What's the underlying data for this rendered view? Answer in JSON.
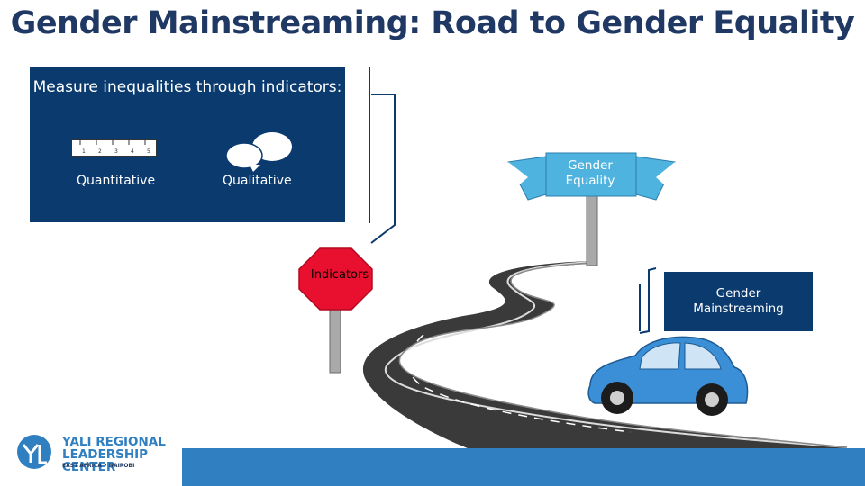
{
  "slide": {
    "title": "Gender Mainstreaming: Road to Gender Equality"
  },
  "panel": {
    "heading": "Measure inequalities through indicators:",
    "quantitative_label": "Quantitative",
    "qualitative_label": "Qualitative",
    "ruler_ticks": [
      "1",
      "2",
      "3",
      "4",
      "5"
    ]
  },
  "signs": {
    "goal_banner": "Gender\nEquality",
    "stop_sign": "Indicators",
    "process_box": "Gender\nMainstreaming"
  },
  "logo": {
    "name": "YALI REGIONAL\nLEADERSHIP CENTER",
    "location": "EAST AFRICA • NAIROBI"
  },
  "colors": {
    "title": "#1f3864",
    "panel": "#0b3a6e",
    "banner": "#4fb3e0",
    "stop_sign": "#e8102e",
    "car": "#3a8fd6",
    "road": "#3a3a3a",
    "footer": "#2f7fc1"
  }
}
